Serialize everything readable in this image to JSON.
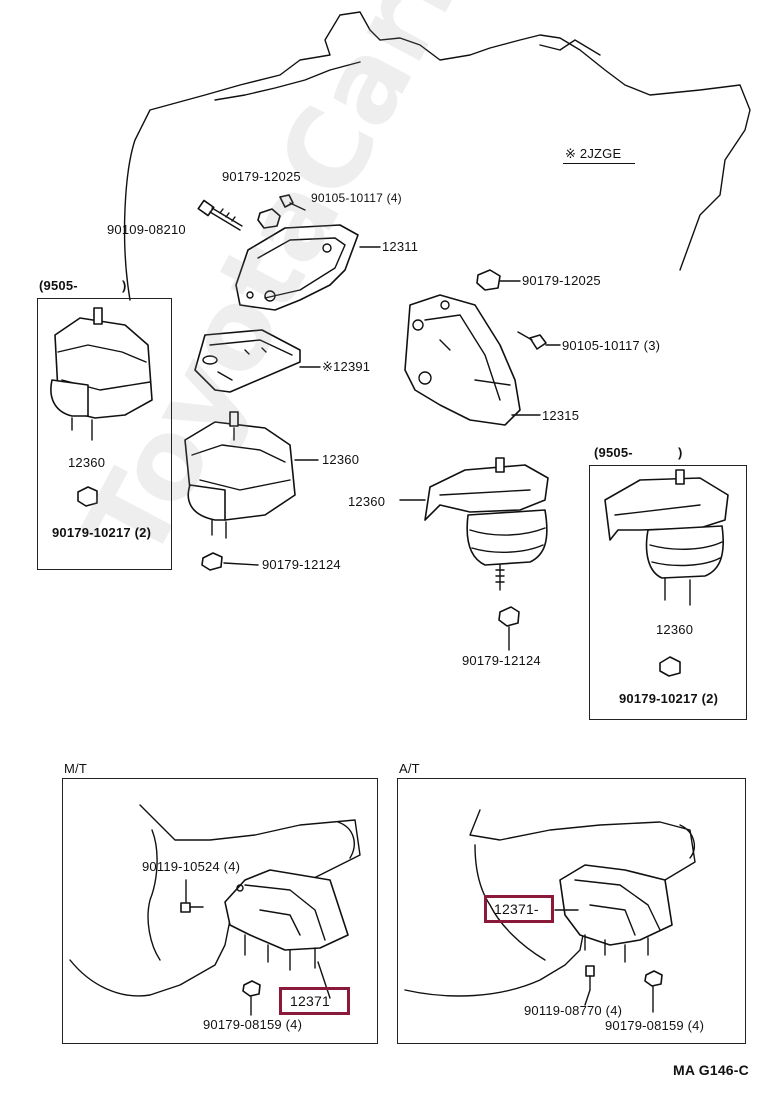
{
  "labels": {
    "engine_variant": "※ 2JZGE",
    "p_90179_12025_top": "90179-12025",
    "p_90105_10117_4": "90105-10117 (4)",
    "p_90109_08210": "90109-08210",
    "p_12311": "12311",
    "p_90179_12025_right": "90179-12025",
    "p_90105_10117_3": "90105-10117 (3)",
    "p_12391": "※12391",
    "p_12315": "12315",
    "p_12360_center": "12360",
    "p_12360_right_mount": "12360",
    "p_90179_12124_left": "90179-12124",
    "p_90179_12124_right": "90179-12124",
    "left_box_date": "(9505-",
    "left_box_date_close": ")",
    "left_box_12360": "12360",
    "left_box_nut": "90179-10217 (2)",
    "right_box_date": "(9505-",
    "right_box_date_close": ")",
    "right_box_12360": "12360",
    "right_box_nut": "90179-10217 (2)",
    "mt_title": "M/T",
    "mt_bolt": "90119-10524 (4)",
    "mt_part": "12371",
    "mt_nut": "90179-08159 (4)",
    "at_title": "A/T",
    "at_part": "12371-",
    "at_bolt": "90119-08770 (4)",
    "at_nut": "90179-08159 (4)",
    "diagram_code": "MA G146-C"
  },
  "watermark": "ToyotaCarMine.ru",
  "colors": {
    "highlight": "#8b1a3a",
    "line": "#111111",
    "paper": "#ffffff"
  }
}
